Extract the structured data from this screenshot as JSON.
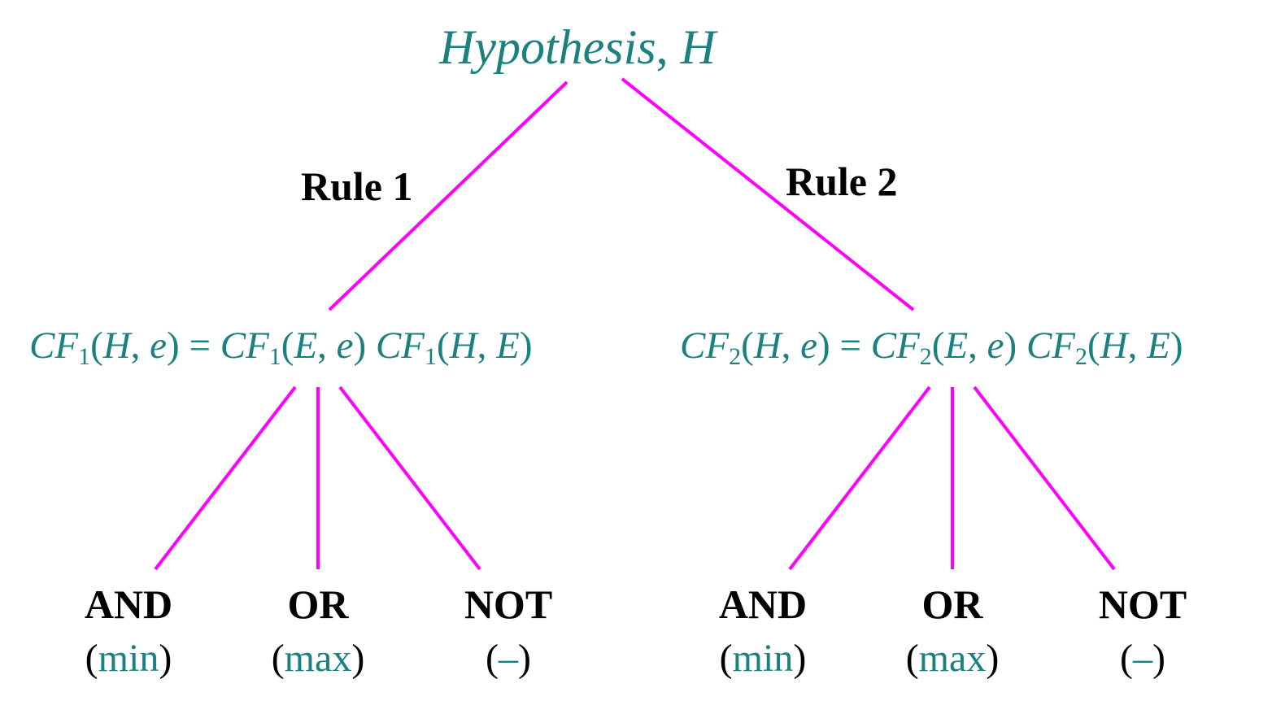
{
  "hypothesis": {
    "name": "Hypothesis",
    "sep": ", ",
    "var": "H"
  },
  "rules": [
    {
      "label": "Rule 1",
      "formula": {
        "cf": "CF",
        "sub": "1",
        "h": "H",
        "e_small": "e",
        "e_big": "E"
      },
      "operators": [
        {
          "name": "AND",
          "func": "min"
        },
        {
          "name": "OR",
          "func": "max"
        },
        {
          "name": "NOT",
          "func": "–"
        }
      ]
    },
    {
      "label": "Rule 2",
      "formula": {
        "cf": "CF",
        "sub": "2",
        "h": "H",
        "e_small": "e",
        "e_big": "E"
      },
      "operators": [
        {
          "name": "AND",
          "func": "min"
        },
        {
          "name": "OR",
          "func": "max"
        },
        {
          "name": "NOT",
          "func": "–"
        }
      ]
    }
  ],
  "colors": {
    "edge": "#ff00ff",
    "math_text": "#1a8080",
    "label_text": "#000000"
  }
}
